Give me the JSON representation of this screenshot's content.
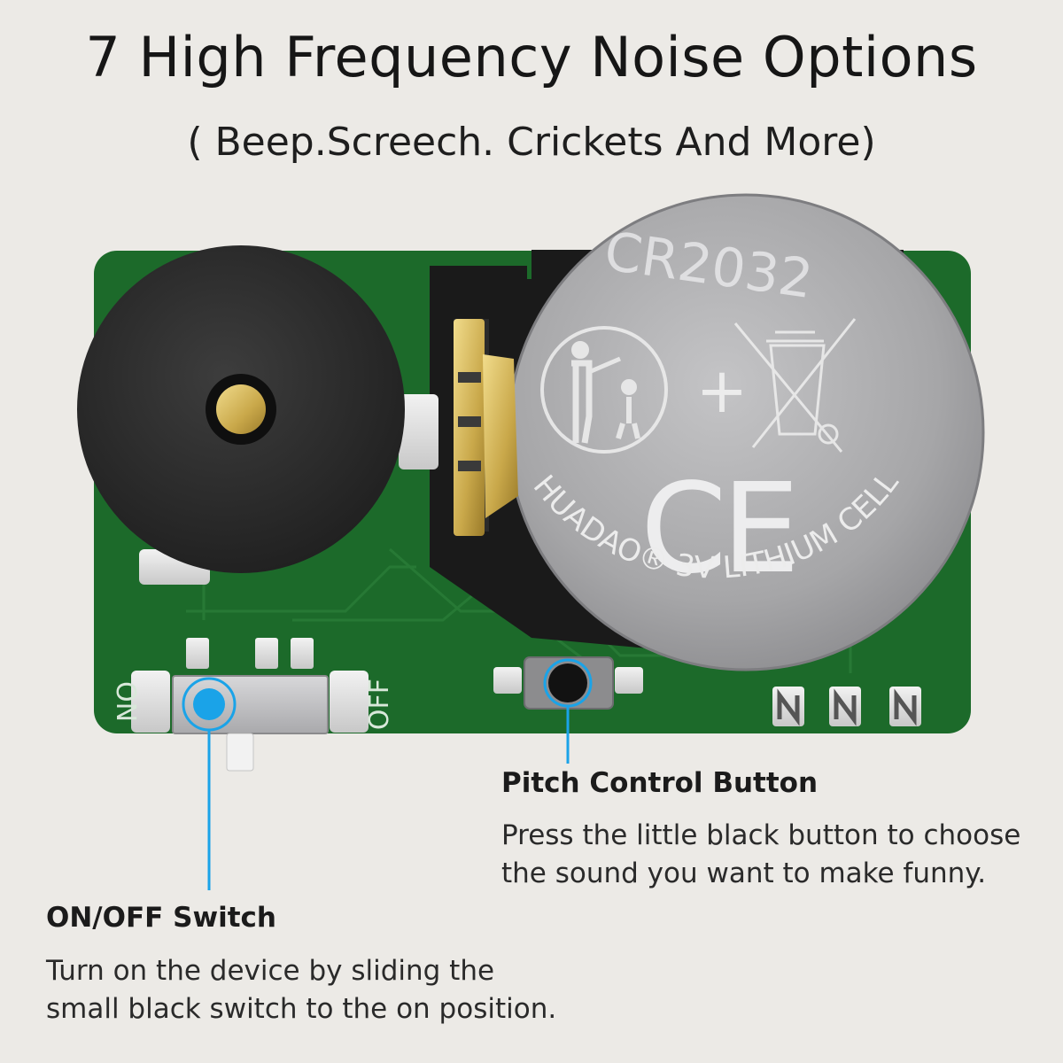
{
  "header": {
    "title": "7 High Frequency Noise Options",
    "subtitle": "( Beep.Screech. Crickets And More)"
  },
  "battery": {
    "model": "CR2032",
    "brand": "HUADAO",
    "registered": "®",
    "spec": "3V LITHIUM CELL",
    "ce_mark": "CE"
  },
  "switch": {
    "on_label": "ON",
    "off_label": "OFF"
  },
  "callouts": {
    "pitch": {
      "title": "Pitch Control Button",
      "description": "Press the little black button to choose\nthe sound you want to make funny."
    },
    "power": {
      "title": "ON/OFF Switch",
      "description": "Turn on the device by sliding the\nsmall black switch to the on position."
    }
  },
  "colors": {
    "background": "#eceae6",
    "pcb_green": "#1c6a2a",
    "highlight_blue": "#1aa3e8",
    "battery_silver": "#a9a9ab",
    "gold": "#c9a84a"
  }
}
